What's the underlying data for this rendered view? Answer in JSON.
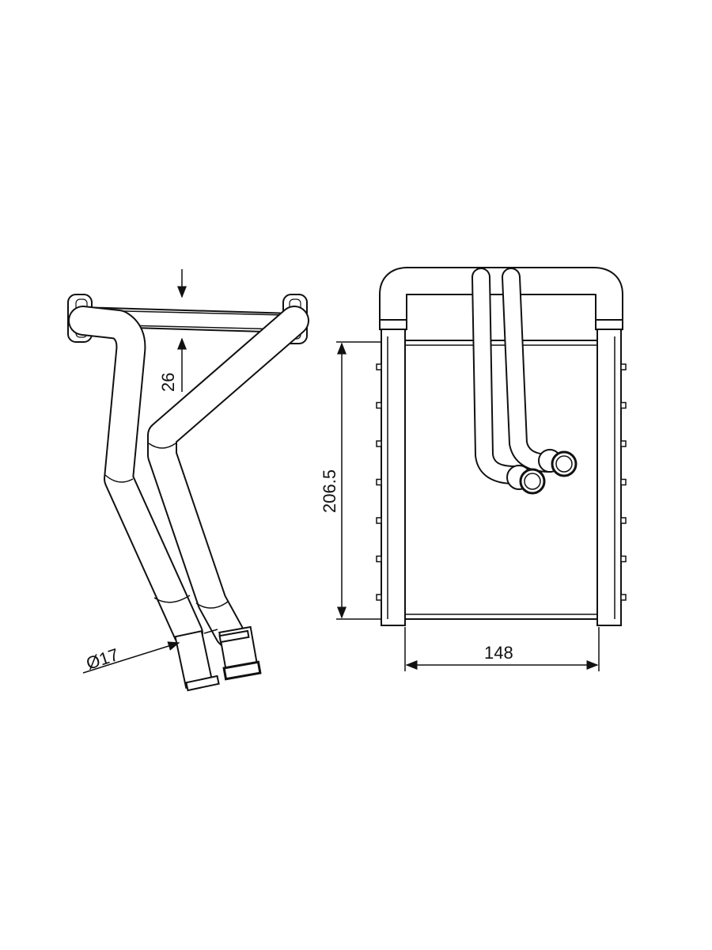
{
  "drawing": {
    "dimensions": {
      "pipe_spacing": "26",
      "core_height": "206.5",
      "core_width": "148",
      "pipe_diameter": "Ø17"
    },
    "colors": {
      "line": "#111111",
      "background": "#ffffff"
    }
  }
}
